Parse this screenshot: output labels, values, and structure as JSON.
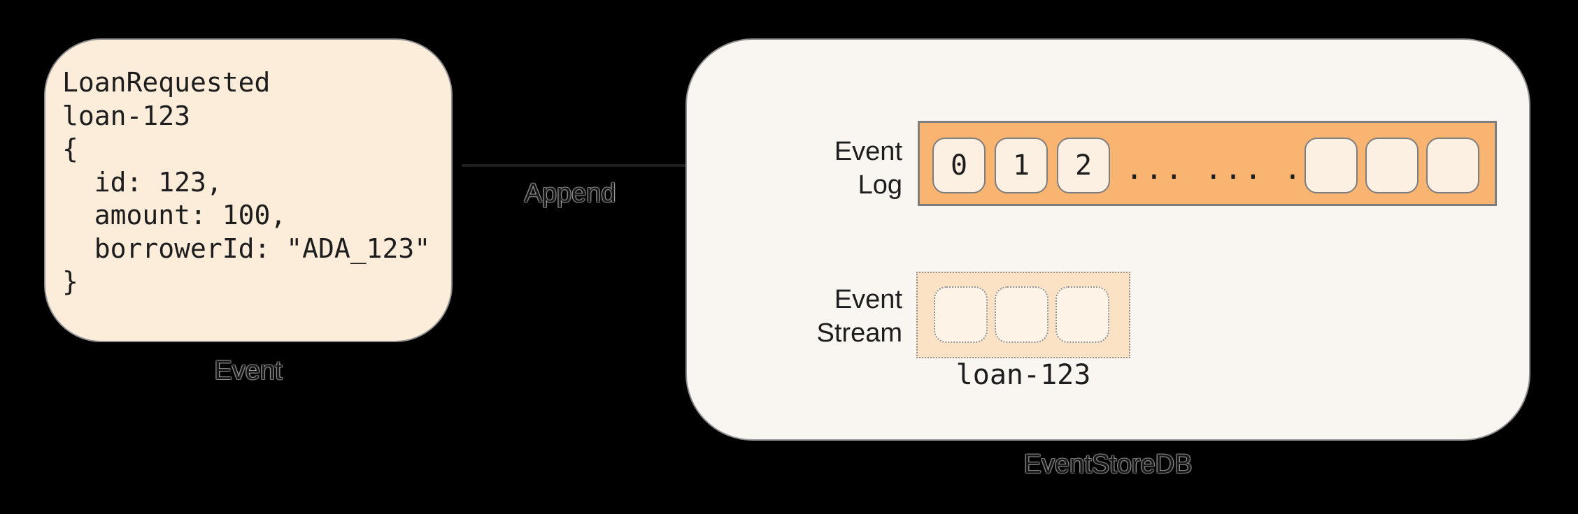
{
  "diagram": {
    "event_box": {
      "code": [
        "LoanRequested",
        "loan-123",
        "{",
        "  id: 123,",
        "  amount: 100,",
        "  borrowerId: \"ADA_123\"",
        "}"
      ],
      "caption": "Event"
    },
    "append_arrow": {
      "label": "Append"
    },
    "store_box": {
      "caption": "EventStoreDB",
      "event_log": {
        "label": [
          "Event",
          "Log"
        ],
        "numbered_cells": [
          "0",
          "1",
          "2"
        ],
        "ellipsis": "... ... ...",
        "empty_cell_count": 3
      },
      "event_stream": {
        "label": [
          "Event",
          "Stream"
        ],
        "empty_cell_count": 3,
        "stream_name": "loan-123"
      }
    },
    "colors": {
      "background": "#000000",
      "event_box_fill": "#fcecda",
      "store_box_fill": "#f9f5f1",
      "log_bar_fill": "#f8b470",
      "log_cell_fill": "#fcf0e2",
      "stream_box_fill": "#fbe2c5",
      "stream_cell_fill": "#fdf3e7",
      "border_gray": "#7e7e7e",
      "box_border_gray": "#909090",
      "ink": "#1d1d1d"
    }
  }
}
